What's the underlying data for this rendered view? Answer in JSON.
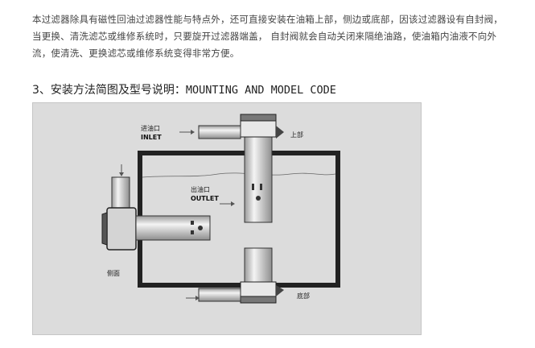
{
  "intro": {
    "lines": [
      "本过滤器除具有磁性回油过滤器性能与特点外，还可直接安装在油箱上部，侧边或底部，因该过滤器设有自封阀，",
      "当更换、清洗滤芯或维修系统时，只要旋开过滤器端盖，  自封阀就会自动关闭来隔绝油路，使油箱内油液不向外",
      "流，使清洗、更换滤芯或维修系统变得非常方便。"
    ]
  },
  "section": {
    "heading_cn": "3、安装方法简图及型号说明：",
    "heading_en": "MOUNTING AND MODEL CODE"
  },
  "diagram": {
    "inlet_cn": "进油口",
    "inlet_en": "INLET",
    "outlet_cn": "出油口",
    "outlet_en": "OUTLET",
    "top_label": "上部",
    "side_label": "侧面",
    "bottom_label": "底部"
  }
}
